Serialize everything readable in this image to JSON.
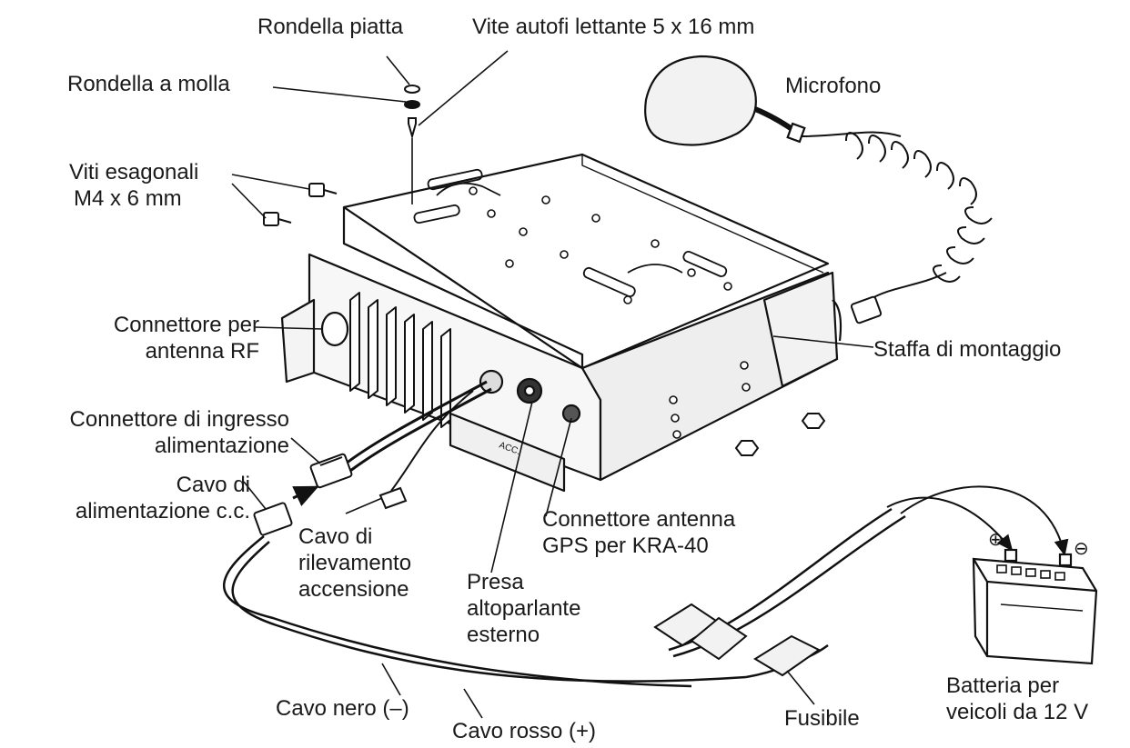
{
  "labels": {
    "flat_washer": "Rondella piatta",
    "tapping_screw": "Vite autofi lettante 5 x 16 mm",
    "spring_washer": "Rondella a molla",
    "microphone": "Microfono",
    "hex_screws_1": "Viti esagonali",
    "hex_screws_2": "M4 x 6 mm",
    "rf_connector_1": "Connettore per",
    "rf_connector_2": "antenna RF",
    "mounting_bracket": "Staffa di montaggio",
    "power_input_1": "Connettore di ingresso",
    "power_input_2": "alimentazione",
    "dc_cable_1": "Cavo di",
    "dc_cable_2": "alimentazione c.c.",
    "ignition_1": "Cavo di",
    "ignition_2": "rilevamento",
    "ignition_3": "accensione",
    "gps_1": "Connettore antenna",
    "gps_2": "GPS per KRA-40",
    "speaker_1": "Presa",
    "speaker_2": "altoparlante",
    "speaker_3": "esterno",
    "battery_1": "Batteria per",
    "battery_2": "veicoli da 12 V",
    "black_cable": "Cavo nero (–)",
    "red_cable": "Cavo rosso (+)",
    "fuse": "Fusibile",
    "acc_jack": "ACC.",
    "plus_sign": "⊕",
    "minus_sign": "⊖"
  }
}
